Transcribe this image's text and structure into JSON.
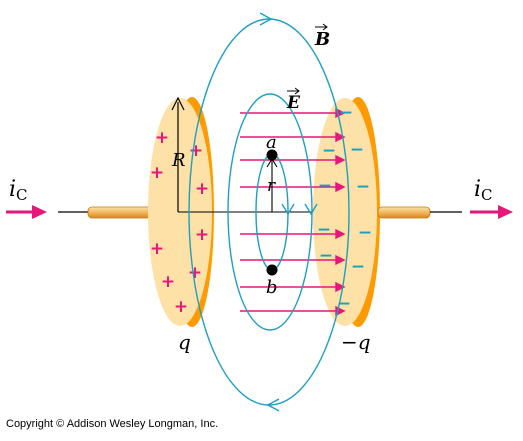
{
  "labels": {
    "current_left": "i",
    "current_left_sub": "C",
    "current_right": "i",
    "current_right_sub": "C",
    "magnetic_field": "B",
    "electric_field": "E",
    "radius_R": "R",
    "radius_r": "r",
    "point_a": "a",
    "point_b": "b",
    "charge_left": "q",
    "charge_right": "−q",
    "plus_sign": "+",
    "minus_sign": "−"
  },
  "colors": {
    "field_lines_B": "#1e9fc2",
    "field_arrows_E": "#e6177a",
    "current_arrow": "#e6177a",
    "plate_face": "#fde1a6",
    "plate_edge": "#ff9b00",
    "wire": "#f2c36b"
  },
  "copyright": "Copyright © Addison Wesley Longman, Inc."
}
